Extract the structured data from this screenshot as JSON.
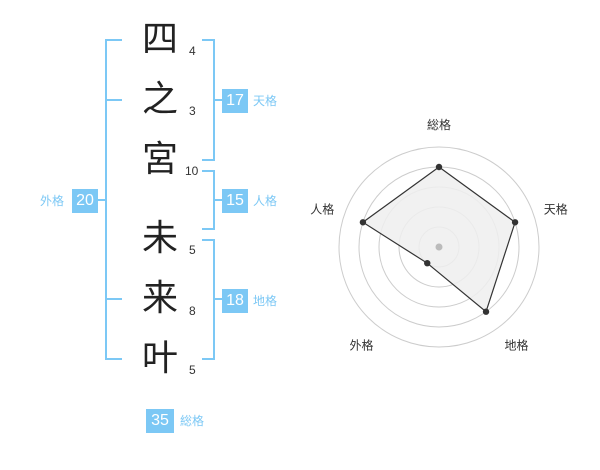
{
  "name": {
    "surname": [
      {
        "char": "四",
        "strokes": "4"
      },
      {
        "char": "之",
        "strokes": "3"
      },
      {
        "char": "宮",
        "strokes": "10"
      }
    ],
    "given": [
      {
        "char": "未",
        "strokes": "5"
      },
      {
        "char": "来",
        "strokes": "8"
      },
      {
        "char": "叶",
        "strokes": "5"
      }
    ]
  },
  "kaku": {
    "tenkaku": {
      "label": "天格",
      "value": "17"
    },
    "jinkaku": {
      "label": "人格",
      "value": "15"
    },
    "chikaku": {
      "label": "地格",
      "value": "18"
    },
    "gaikaku": {
      "label": "外格",
      "value": "20"
    },
    "soukaku": {
      "label": "総格",
      "value": "35"
    }
  },
  "radar": {
    "axes": [
      "総格",
      "天格",
      "地格",
      "外格",
      "人格"
    ],
    "levels": 5,
    "max": 5,
    "values": [
      4,
      4,
      4,
      1,
      4
    ],
    "colors": {
      "ring": "#cccccc",
      "fill": "#eeeeee",
      "line": "#333333",
      "point": "#333333",
      "center": "#bbbbbb"
    }
  },
  "colors": {
    "accent": "#7cc8f5"
  }
}
